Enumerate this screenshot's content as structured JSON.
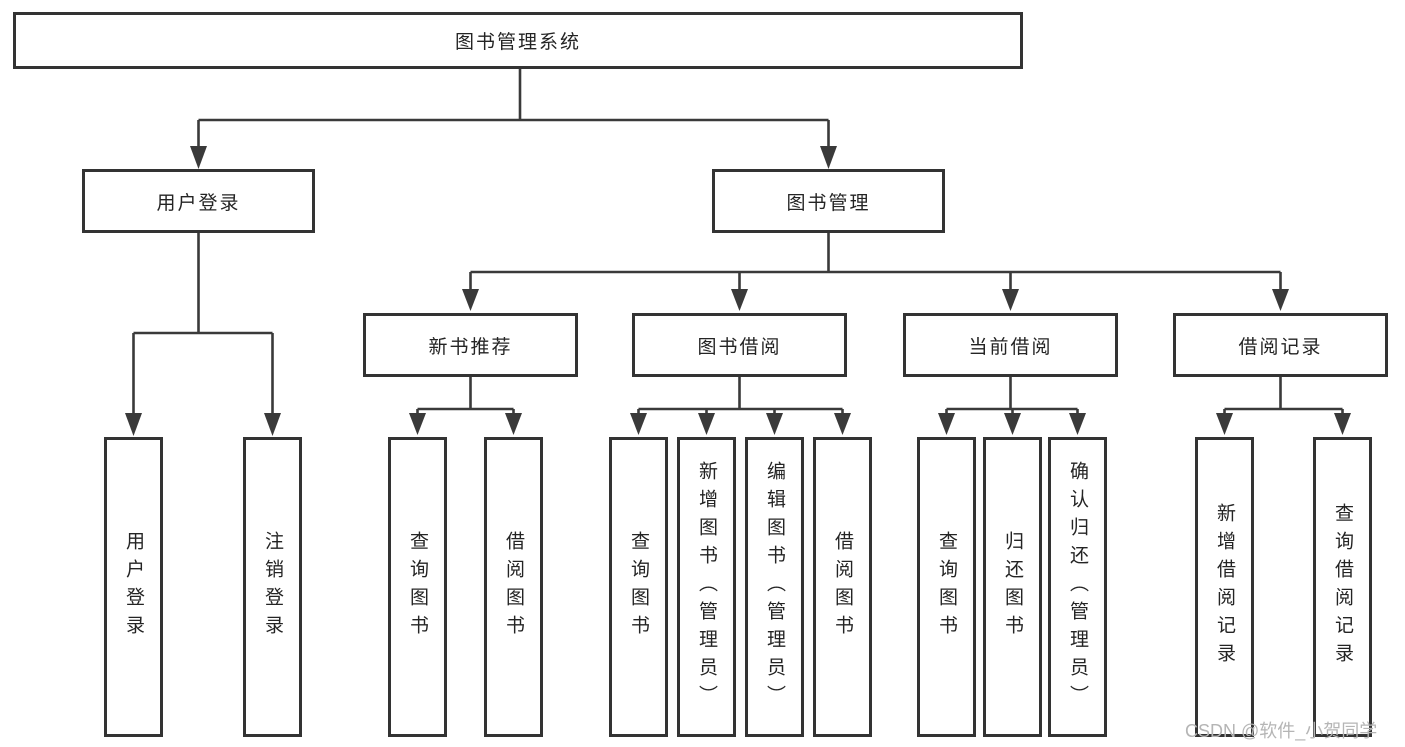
{
  "diagram": {
    "root": {
      "label": "图书管理系统"
    },
    "level1": [
      {
        "label": "用户登录"
      },
      {
        "label": "图书管理"
      }
    ],
    "level2": [
      {
        "label": "新书推荐"
      },
      {
        "label": "图书借阅"
      },
      {
        "label": "当前借阅"
      },
      {
        "label": "借阅记录"
      }
    ],
    "leaves": [
      {
        "label": "用户登录"
      },
      {
        "label": "注销登录"
      },
      {
        "label": "查询图书"
      },
      {
        "label": "借阅图书"
      },
      {
        "label": "查询图书"
      },
      {
        "label": "新增图书（管理员）"
      },
      {
        "label": "编辑图书（管理员）"
      },
      {
        "label": "借阅图书"
      },
      {
        "label": "查询图书"
      },
      {
        "label": "归还图书"
      },
      {
        "label": "确认归还（管理员）"
      },
      {
        "label": "新增借阅记录"
      },
      {
        "label": "查询借阅记录"
      }
    ]
  },
  "watermark": {
    "text": "CSDN @软件_小贺同学"
  },
  "colors": {
    "line": "#3a3a3a",
    "box_border": "#333333",
    "text": "#242424",
    "watermark": "#b5b5b5",
    "background": "#ffffff"
  }
}
